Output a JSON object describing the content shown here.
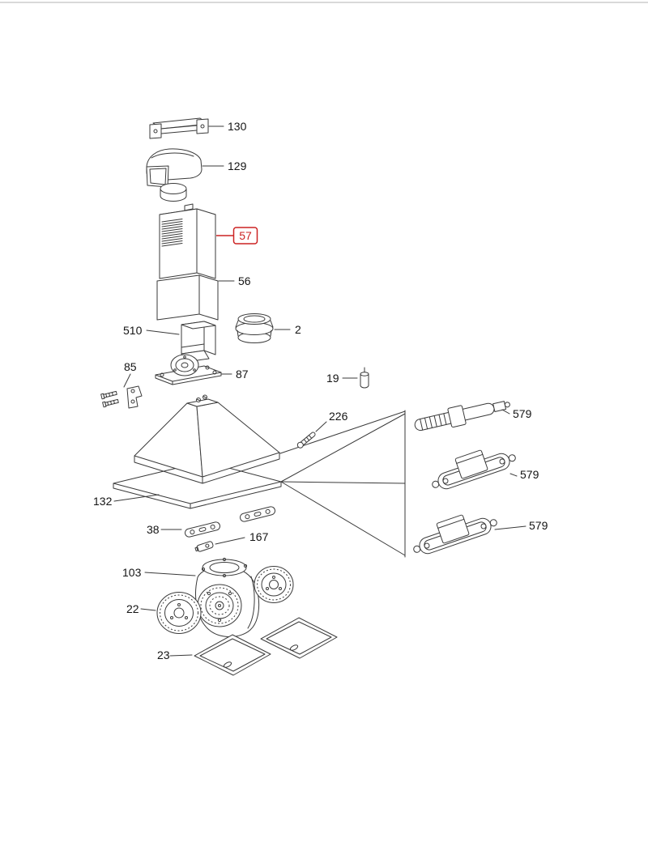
{
  "page": {
    "background": "#ffffff",
    "topline_color": "#d9d9d9"
  },
  "diagram": {
    "type": "exploded-parts-diagram",
    "line_color": "#3a3a3a",
    "highlight": "#cc2222",
    "highlighted_part": "57",
    "labels": {
      "p130": "130",
      "p129": "129",
      "p57": "57",
      "p56": "56",
      "p510": "510",
      "p2": "2",
      "p87": "87",
      "p85": "85",
      "p19": "19",
      "p226": "226",
      "p579": "579",
      "p132": "132",
      "p38": "38",
      "p167": "167",
      "p103": "103",
      "p22": "22",
      "p23": "23"
    }
  }
}
